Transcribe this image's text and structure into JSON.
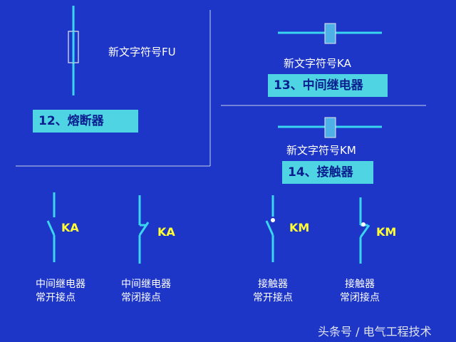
{
  "fuse": {
    "symbol_label": "新文字符号FU",
    "name": "12、熔断器"
  },
  "relay": {
    "symbol_label": "新文字符号KA",
    "name": "13、中间继电器"
  },
  "contactor": {
    "symbol_label": "新文字符号KM",
    "name": "14、接触器"
  },
  "contacts": [
    {
      "tag": "KA",
      "caption_1": "中间继电器",
      "caption_2": "常开接点"
    },
    {
      "tag": "KA",
      "caption_1": "中间继电器",
      "caption_2": "常闭接点"
    },
    {
      "tag": "KM",
      "caption_1": "接触器",
      "caption_2": "常开接点"
    },
    {
      "tag": "KM",
      "caption_1": "接触器",
      "caption_2": "常闭接点"
    }
  ],
  "watermark": "头条号 / 电气工程技术",
  "colors": {
    "background": "#1d36c7",
    "line": "#3ad6f0",
    "label_box": "#4fd4e4",
    "tag": "#ffff33"
  }
}
